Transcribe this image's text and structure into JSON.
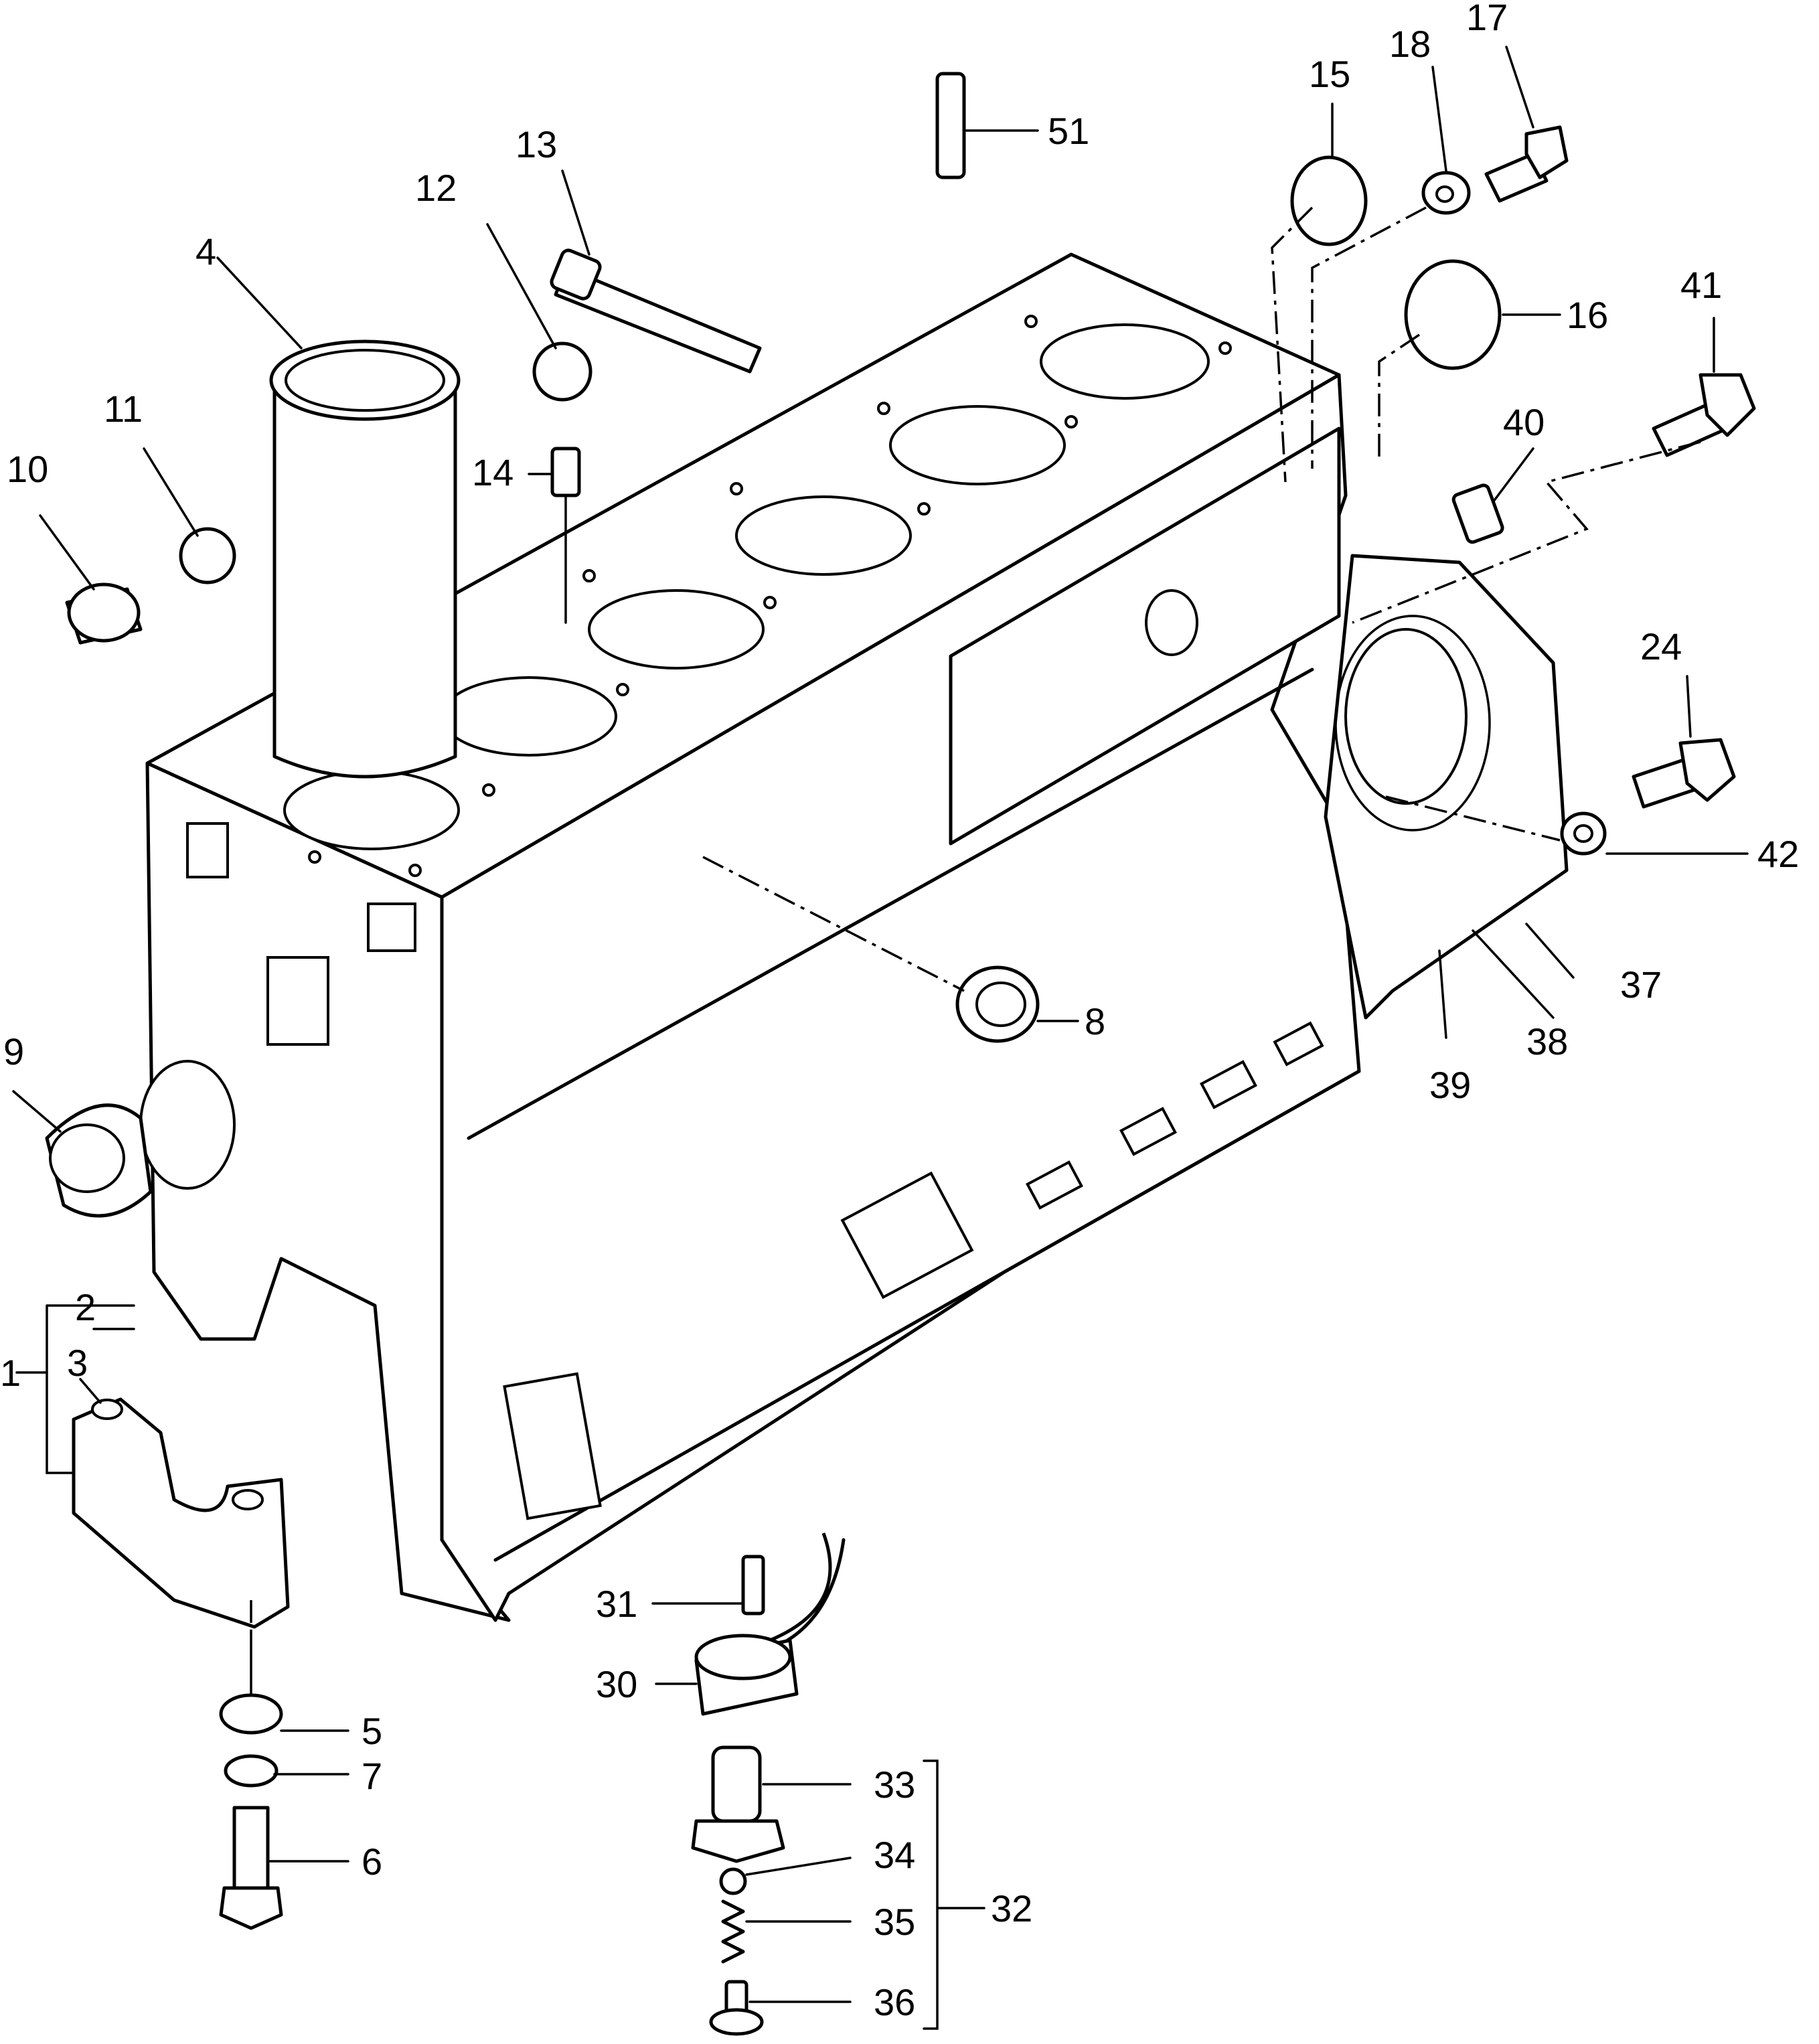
{
  "diagram": {
    "labels": {
      "p1": "1",
      "p2": "2",
      "p3": "3",
      "p4": "4",
      "p5": "5",
      "p6": "6",
      "p7": "7",
      "p8": "8",
      "p9": "9",
      "p10": "10",
      "p11": "11",
      "p12": "12",
      "p13": "13",
      "p14": "14",
      "p15": "15",
      "p16": "16",
      "p17": "17",
      "p18": "18",
      "p24": "24",
      "p30": "30",
      "p31": "31",
      "p32": "32",
      "p33": "33",
      "p34": "34",
      "p35": "35",
      "p36": "36",
      "p37": "37",
      "p38": "38",
      "p39": "39",
      "p40": "40",
      "p41": "41",
      "p42": "42",
      "p51": "51"
    }
  }
}
